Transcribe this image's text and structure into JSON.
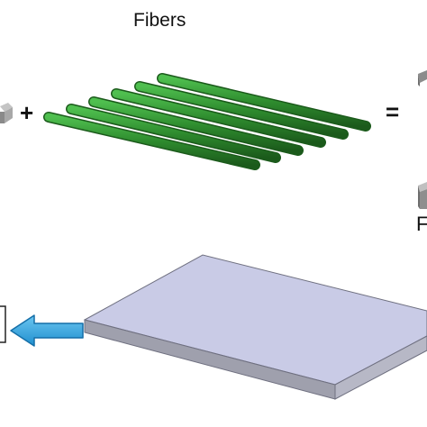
{
  "labels": {
    "fibers_title": "Fibers",
    "plus_sign": "+",
    "equals_sign": "=",
    "clipped_label": "F"
  },
  "fibers": {
    "count": 6,
    "color": "#2e8b2e"
  },
  "plate": {
    "top_color": "#c9cbe6",
    "side_color": "#9fa0ad"
  },
  "arrow": {
    "color": "#2b9fd6",
    "direction": "left"
  },
  "matrix_block": {
    "color": "#9a9a9a"
  }
}
